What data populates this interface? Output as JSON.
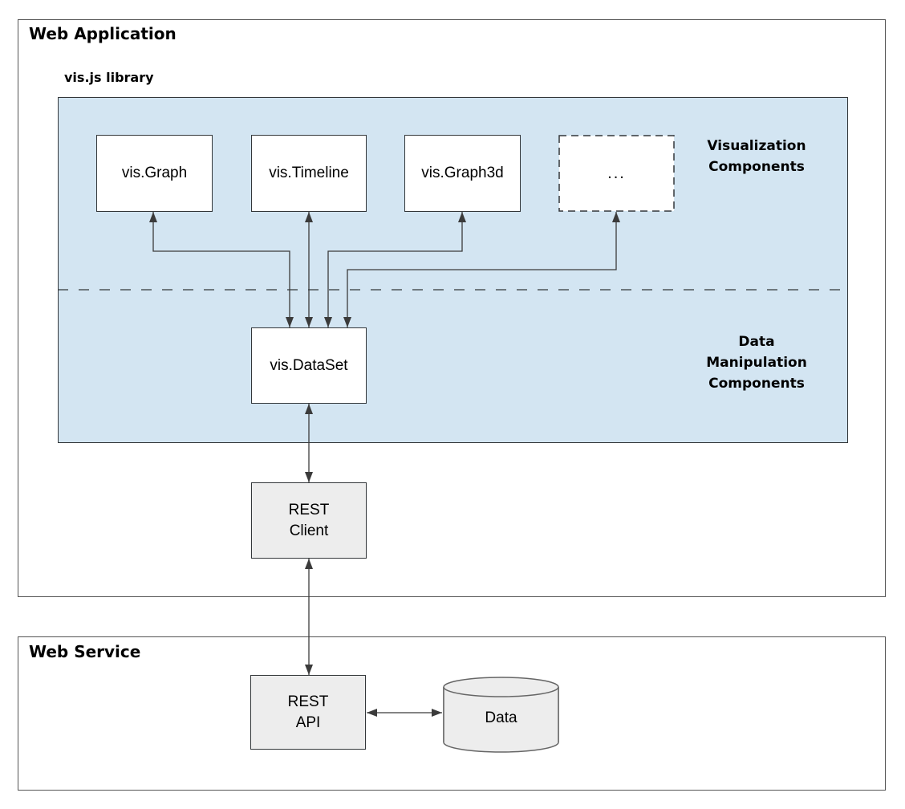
{
  "colors": {
    "library_fill": "#d3e5f2",
    "node_border": "#33373a",
    "outer_border": "#545454",
    "component_fill": "#ffffff",
    "service_fill": "#ededed",
    "connector": "#3b3b3b",
    "cylinder_border": "#666666",
    "text": "#000000"
  },
  "web_application": {
    "title": "Web Application",
    "library": {
      "label": "vis.js library",
      "components": [
        {
          "label": "vis.Graph"
        },
        {
          "label": "vis.Timeline"
        },
        {
          "label": "vis.Graph3d"
        },
        {
          "label": "..."
        }
      ],
      "visualization_label": {
        "line1": "Visualization",
        "line2": "Components"
      },
      "data_manipulation_label": {
        "line1": "Data",
        "line2": "Manipulation",
        "line3": "Components"
      },
      "dataset": {
        "label": "vis.DataSet"
      }
    },
    "rest_client": {
      "line1": "REST",
      "line2": "Client"
    }
  },
  "web_service": {
    "title": "Web Service",
    "rest_api": {
      "line1": "REST",
      "line2": "API"
    },
    "data_store": {
      "label": "Data"
    }
  }
}
